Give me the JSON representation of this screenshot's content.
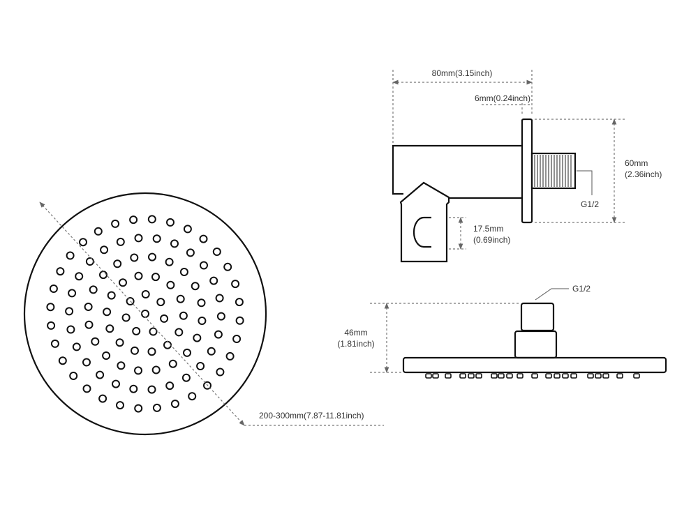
{
  "colors": {
    "line": "#111111",
    "dimension": "#777777",
    "text": "#333333",
    "background": "#ffffff"
  },
  "front_view": {
    "diameter_label": "200-300mm(7.87-11.81inch)"
  },
  "arm_view": {
    "length_label": "80mm(3.15inch)",
    "flange_label": "6mm(0.24inch)",
    "height_label_mm": "60mm",
    "height_label_in": "(2.36inch)",
    "holder_label_mm": "17.5mm",
    "holder_label_in": "(0.69inch)",
    "thread_label": "G1/2"
  },
  "side_view": {
    "height_label_mm": "46mm",
    "height_label_in": "(1.81inch)",
    "thread_label": "G1/2"
  }
}
